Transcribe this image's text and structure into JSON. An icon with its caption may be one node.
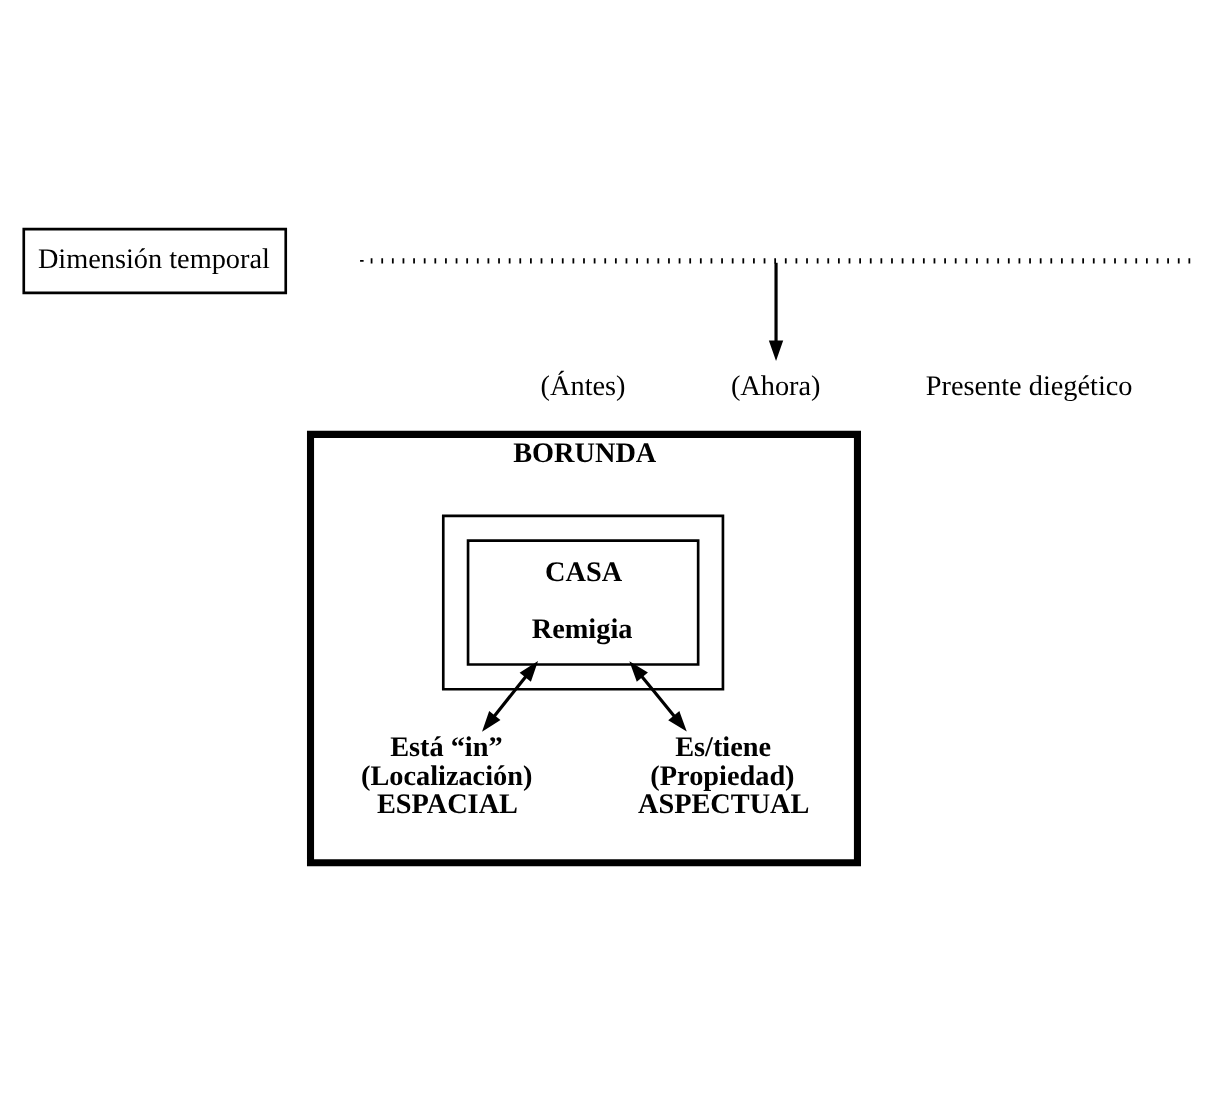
{
  "diagram": {
    "nodes": [
      {
        "text": [
          "Dimensión temporal"
        ]
      },
      {
        "text": [],
        "shape": "line"
      },
      {
        "text": [
          "(Ahora)"
        ]
      },
      {
        "text": [
          "BORUNDA"
        ]
      },
      {
        "text": [],
        "shape": "box",
        "in": 3
      },
      {
        "text": [
          "CASA",
          "Remigia"
        ],
        "in": 4
      },
      {
        "text": [
          "Está “in” (Localización) ESPACIAL"
        ],
        "in": 3
      },
      {
        "text": [
          "Es/tiene (Propiedad) ASPECTUAL"
        ],
        "in": 3
      }
    ],
    "edges": [
      {
        "from": 1,
        "to": 2,
        "arrow": "to"
      },
      {
        "from": 5,
        "to": 6,
        "arrow": "both"
      },
      {
        "from": 5,
        "to": 7,
        "arrow": "both"
      }
    ],
    "labels": [
      "(Ántes)",
      "Presente diegético"
    ]
  }
}
